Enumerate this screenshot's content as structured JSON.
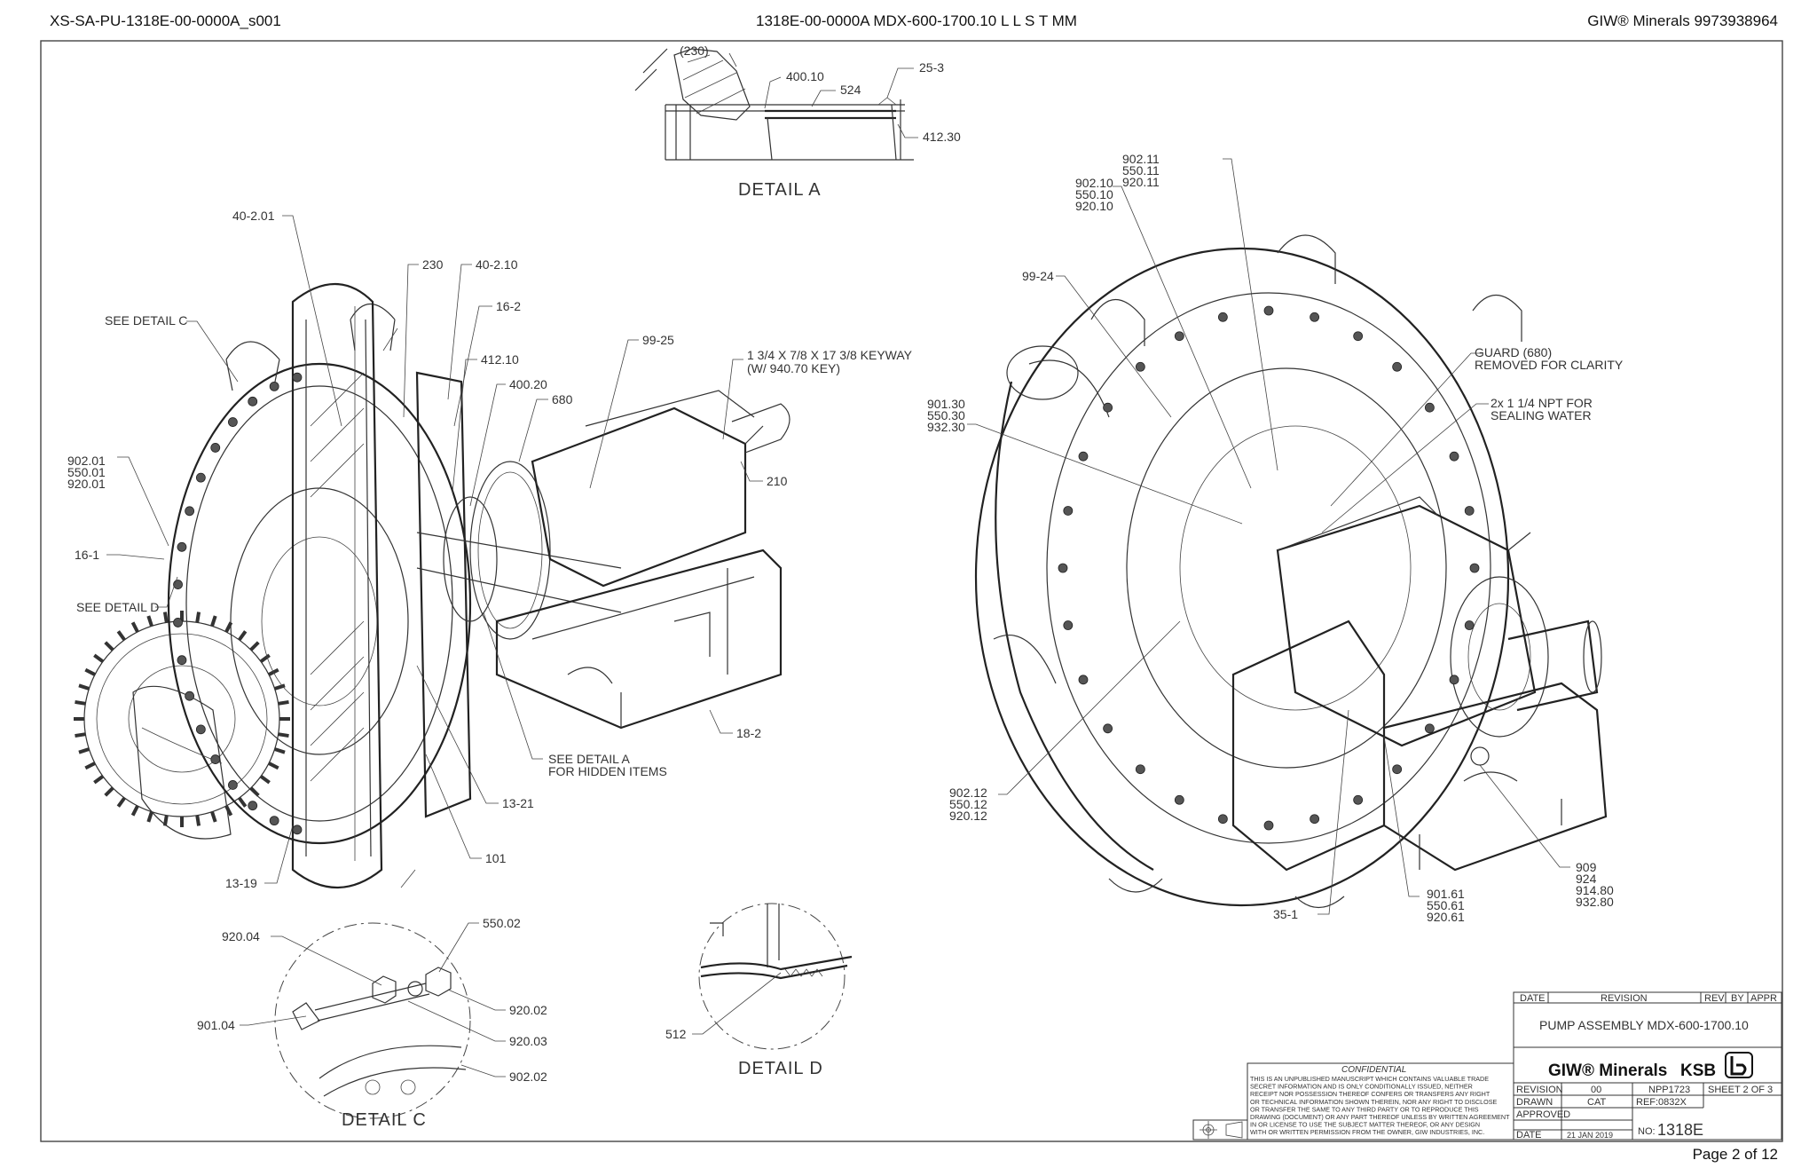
{
  "header": {
    "left": "XS-SA-PU-1318E-00-0000A_s001",
    "center": "1318E-00-0000A     MDX-600-1700.10 L L S T MM",
    "right": "GIW® Minerals 9973938964"
  },
  "footer": {
    "page": "Page 2 of 12"
  },
  "details": {
    "a": "DETAIL A",
    "c": "DETAIL C",
    "d": "DETAIL D"
  },
  "callouts": {
    "d230": "(230)",
    "d400_10": "400.10",
    "d524": "524",
    "d25_3": "25-3",
    "d412_30": "412.30",
    "p40_201": "40-2.01",
    "p230": "230",
    "p40_210": "40-2.10",
    "p16_2": "16-2",
    "seeC": "SEE DETAIL C",
    "p412_10": "412.10",
    "p400_20": "400.20",
    "p680": "680",
    "p99_25": "99-25",
    "keyway1": "1 3/4 X 7/8 X 17 3/8 KEYWAY",
    "keyway2": "(W/ 940.70 KEY)",
    "g01a": "902.01",
    "g01b": "550.01",
    "g01c": "920.01",
    "p16_1": "16-1",
    "seeD": "SEE DETAIL D",
    "p210": "210",
    "p18_2": "18-2",
    "seeA1": "SEE DETAIL A",
    "seeA2": "FOR HIDDEN ITEMS",
    "p13_21": "13-21",
    "p101": "101",
    "p13_19": "13-19",
    "c920_04": "920.04",
    "c550_02": "550.02",
    "c901_04": "901.04",
    "c920_02": "920.02",
    "c920_03": "920.03",
    "c902_02": "902.02",
    "d512": "512",
    "g11a": "902.11",
    "g11b": "550.11",
    "g11c": "920.11",
    "g10a": "902.10",
    "g10b": "550.10",
    "g10c": "920.10",
    "p99_24": "99-24",
    "guard1": "GUARD (680)",
    "guard2": "REMOVED FOR CLARITY",
    "npt1": "2x 1 1/4 NPT FOR",
    "npt2": "SEALING WATER",
    "g30a": "901.30",
    "g30b": "550.30",
    "g30c": "932.30",
    "g12a": "902.12",
    "g12b": "550.12",
    "g12c": "920.12",
    "p35_1": "35-1",
    "g61a": "901.61",
    "g61b": "550.61",
    "g61c": "920.61",
    "g9a": "909",
    "g9b": "924",
    "g9c": "914.80",
    "g9d": "932.80"
  },
  "title_block": {
    "col_date": "DATE",
    "col_revision": "REVISION",
    "col_rev": "REV",
    "col_by": "BY",
    "col_appr": "APPR",
    "title": "PUMP ASSEMBLY MDX-600-1700.10",
    "confidential": "CONFIDENTIAL",
    "notice": [
      "THIS IS AN UNPUBLISHED MANUSCRIPT WHICH CONTAINS VALUABLE TRADE",
      "SECRET INFORMATION AND IS ONLY CONDITIONALLY ISSUED, NEITHER",
      "RECEIPT NOR POSSESSION THEREOF CONFERS OR TRANSFERS ANY RIGHT",
      "OR TECHNICAL INFORMATION SHOWN THEREIN, NOR ANY RIGHT TO DISCLOSE",
      "OR TRANSFER THE SAME TO ANY THIRD PARTY  OR  TO REPRODUCE THIS",
      "DRAWING (DOCUMENT) OR ANY PART THEREOF UNLESS BY WRITTEN AGREEMENT",
      "IN OR LICENSE TO USE THE SUBJECT MATTER THEREOF,  OR ANY DESIGN",
      "WITH  OR  WRITTEN PERMISSION FROM THE OWNER, GIW INDUSTRIES, INC."
    ],
    "logo_giw": "GIW® Minerals",
    "logo_ksb": "KSB",
    "revision_label": "REVISION",
    "revision_value": "00",
    "npp": "NPP1723",
    "sheet": "SHEET 2 OF 3",
    "drawn_label": "DRAWN",
    "drawn_value": "CAT",
    "ref": "REF:0832X",
    "approved_label": "APPROVED",
    "date_label": "DATE",
    "date_value": "21 JAN 2019",
    "no_label": "NO:",
    "no_value": "1318E"
  }
}
